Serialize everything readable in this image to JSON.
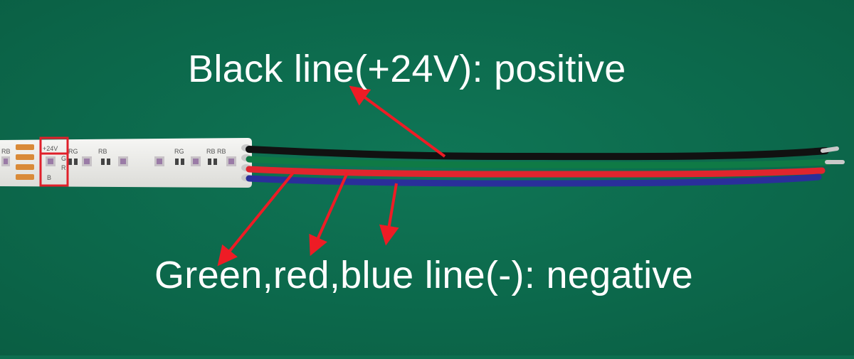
{
  "annotations": {
    "positive_caption": "Black line(+24V): positive",
    "negative_caption": "Green,red,blue line(-): negative"
  },
  "strip_markings": {
    "voltage": "+24V",
    "pin_g": "G",
    "pin_r": "R",
    "pin_b": "B",
    "rb_1": "RB",
    "rb_2": "RB",
    "rb_3": "RB",
    "rb_4": "RB",
    "rg_1": "RG",
    "rg_2": "RG"
  },
  "colors": {
    "background": "#0d6e4f",
    "wire_black": "#111111",
    "wire_green": "#0f7a45",
    "wire_red": "#e0252e",
    "wire_blue": "#2a2f9a",
    "arrow": "#ee1c25",
    "highlight_box": "#e0202a",
    "caption_text": "#ffffff"
  }
}
